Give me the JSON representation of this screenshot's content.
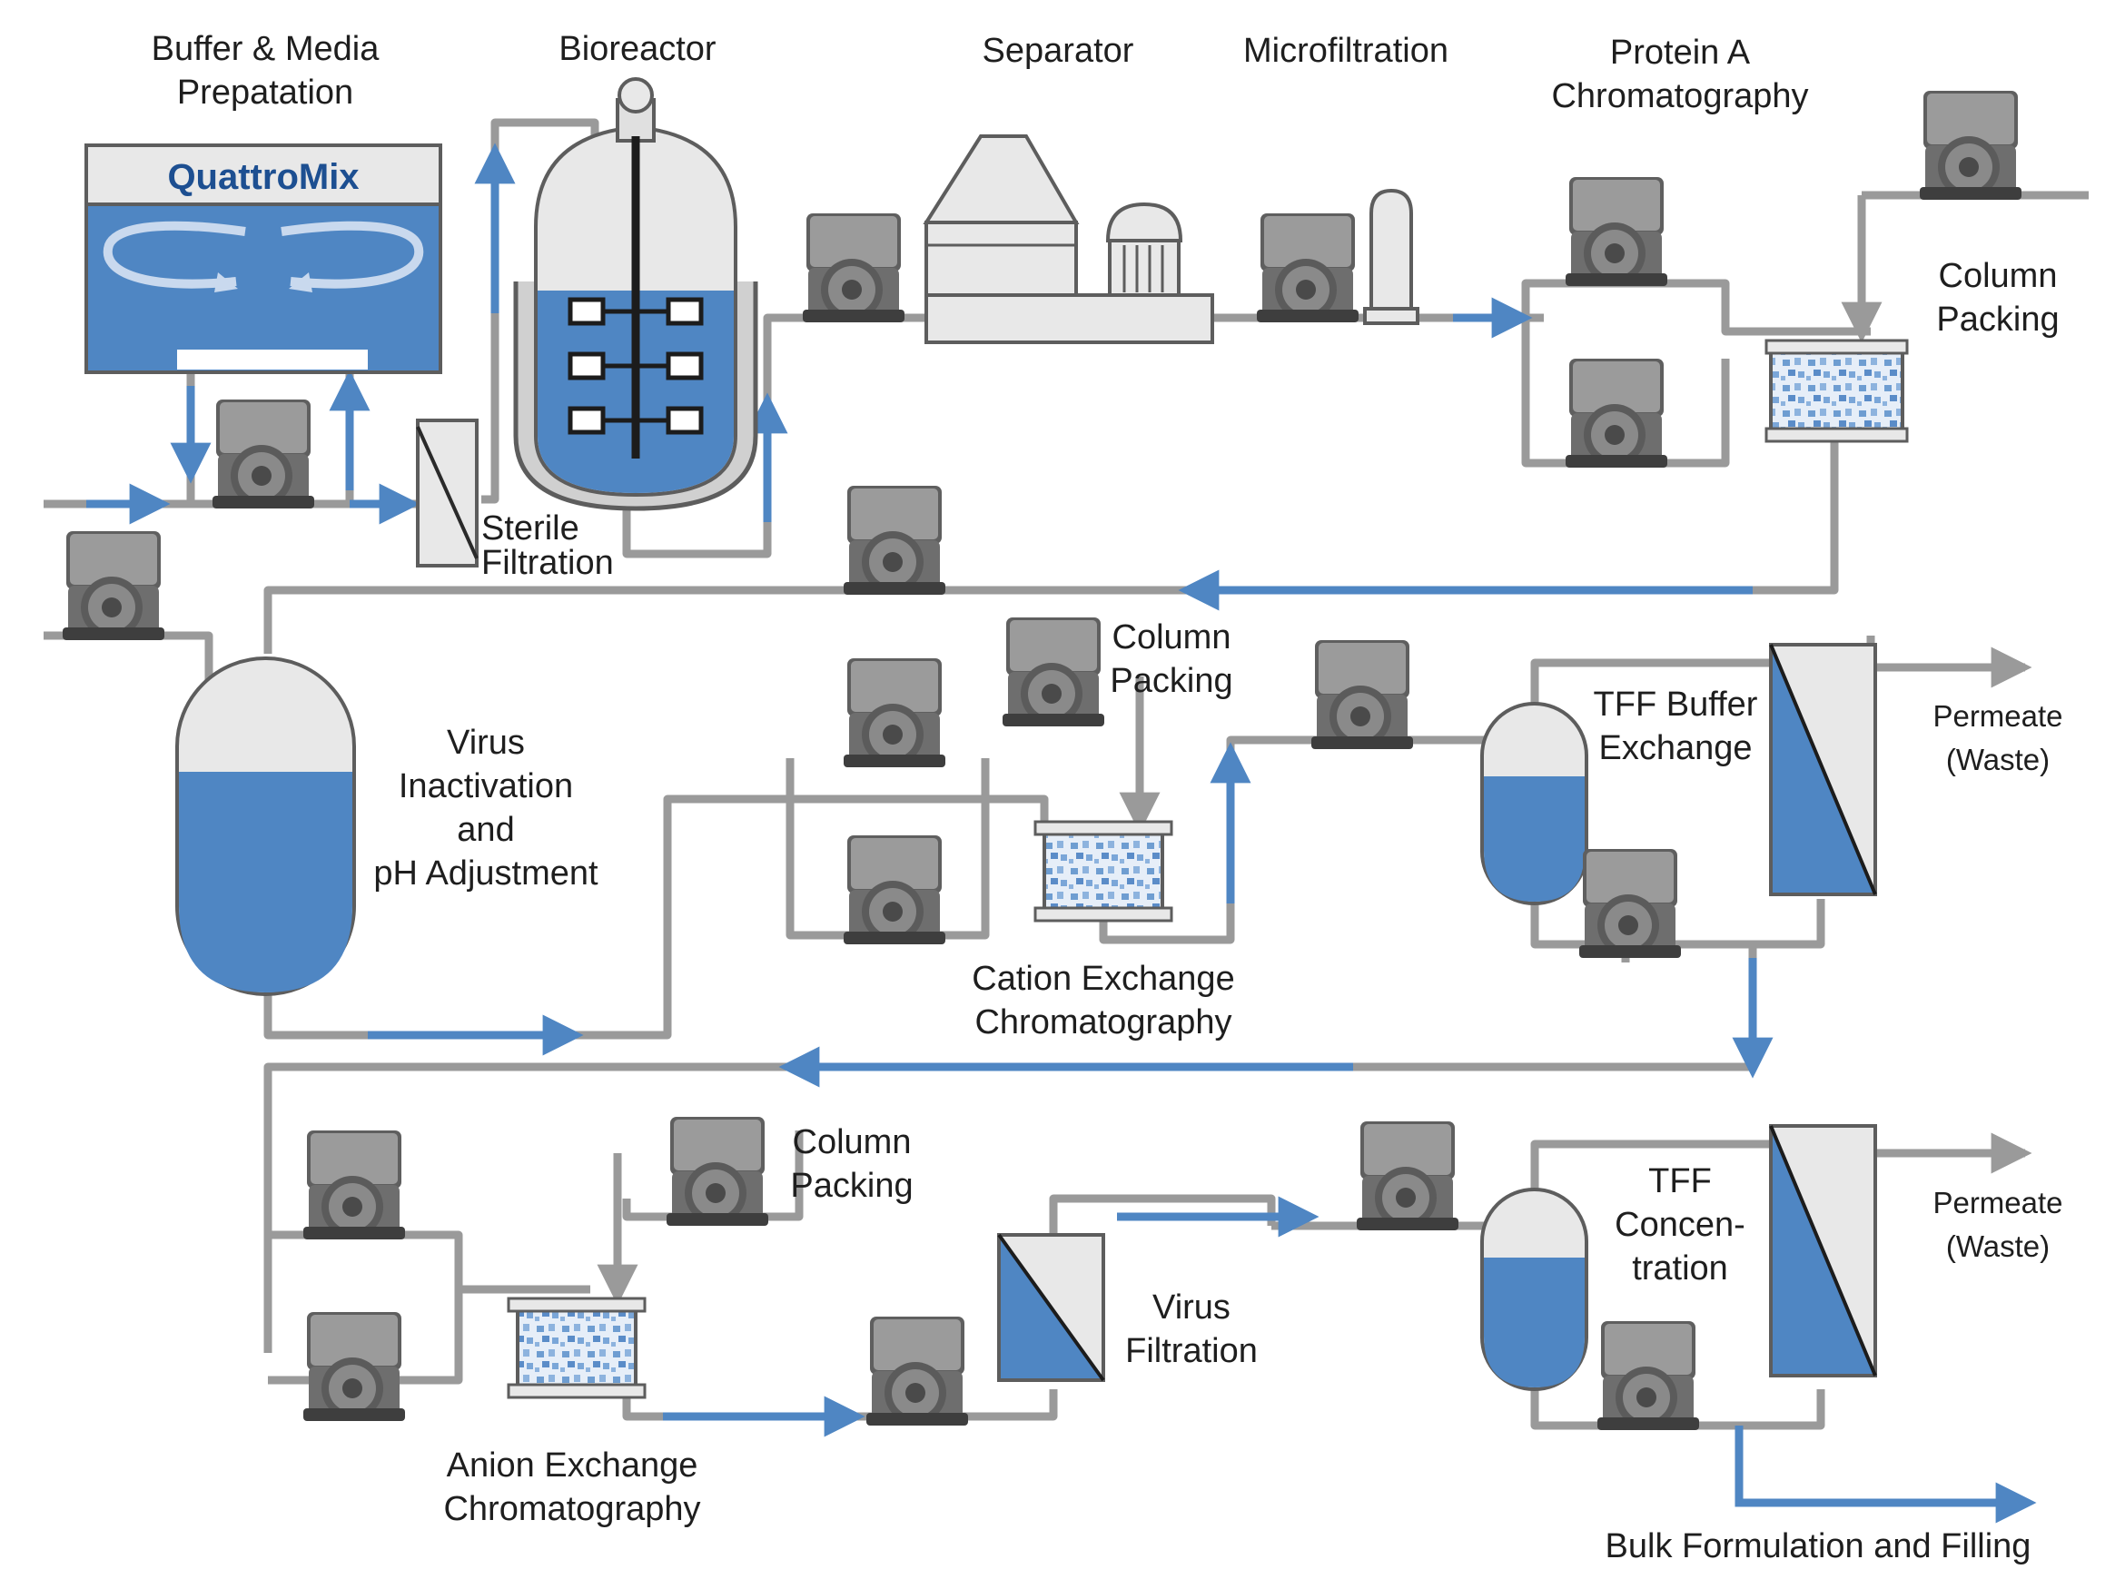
{
  "colors": {
    "pipe": "#9a9a9a",
    "flow": "#4f86c3",
    "liquid": "#4f86c3",
    "vessel": "#e8e8e8",
    "pump": "#8c8c8c",
    "brand": "#1d4f91"
  },
  "brand": {
    "name": "QuattroMix"
  },
  "labels": {
    "buffer_media_1": "Buffer & Media",
    "buffer_media_2": "Prepatation",
    "bioreactor": "Bioreactor",
    "separator": "Separator",
    "microfiltration": "Microfiltration",
    "protein_a_1": "Protein A",
    "protein_a_2": "Chromatography",
    "column_packing_1_1": "Column",
    "column_packing_1_2": "Packing",
    "sterile_filtration_1": "Sterile",
    "sterile_filtration_2": "Filtration",
    "virus_inactivation_1": "Virus",
    "virus_inactivation_2": "Inactivation",
    "virus_inactivation_3": "and",
    "virus_inactivation_4": "pH Adjustment",
    "column_packing_2_1": "Column",
    "column_packing_2_2": "Packing",
    "cation_exchange_1": "Cation Exchange",
    "cation_exchange_2": "Chromatography",
    "tff_buffer_1": "TFF Buffer",
    "tff_buffer_2": "Exchange",
    "permeate_1_1": "Permeate",
    "permeate_1_2": "(Waste)",
    "column_packing_3_1": "Column",
    "column_packing_3_2": "Packing",
    "anion_exchange_1": "Anion Exchange",
    "anion_exchange_2": "Chromatography",
    "virus_filtration_1": "Virus",
    "virus_filtration_2": "Filtration",
    "tff_conc_1": "TFF",
    "tff_conc_2": "Concen-",
    "tff_conc_3": "tration",
    "permeate_2_1": "Permeate",
    "permeate_2_2": "(Waste)",
    "bulk_formulation": "Bulk Formulation and Filling"
  }
}
